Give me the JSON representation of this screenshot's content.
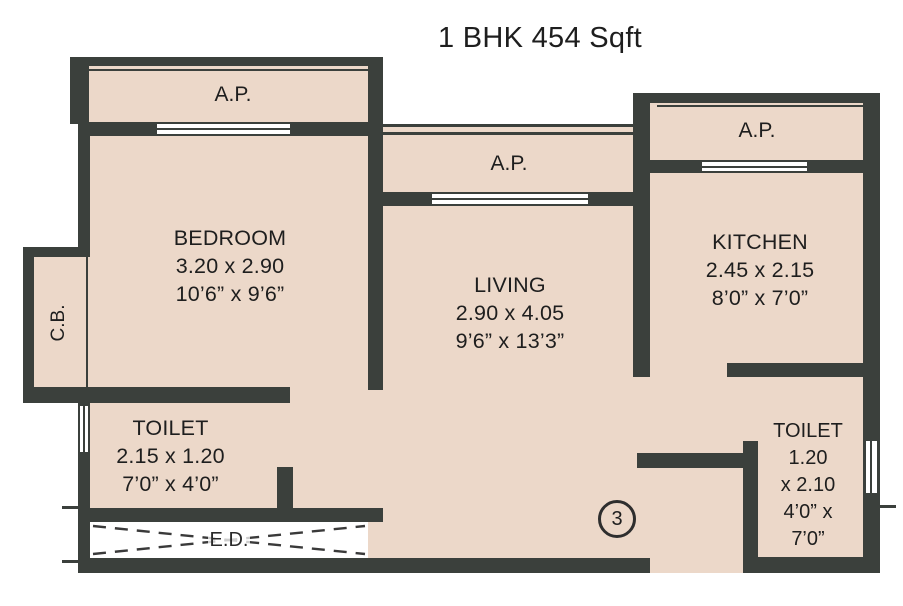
{
  "title": "1 BHK 454 Sqft",
  "unit_marker": "3",
  "colors": {
    "wall": "#3b403c",
    "floor": "#ecd8c9"
  },
  "labels": {
    "ap": "A.P.",
    "cb": "C.B.",
    "ed": "E.D."
  },
  "rooms": {
    "bedroom": {
      "lines": [
        "BEDROOM",
        "3.20 x 2.90",
        "10’6” x 9’6”"
      ]
    },
    "living": {
      "lines": [
        "LIVING",
        "2.90 x 4.05",
        "9’6” x 13’3”"
      ]
    },
    "kitchen": {
      "lines": [
        "KITCHEN",
        "2.45 x 2.15",
        "8’0” x 7’0”"
      ]
    },
    "toilet_1": {
      "lines": [
        "TOILET",
        "2.15 x 1.20",
        "7’0” x 4’0”"
      ]
    },
    "toilet_2": {
      "lines": [
        "TOILET",
        "1.20",
        "x 2.10",
        "4’0” x",
        "7’0”"
      ]
    }
  }
}
